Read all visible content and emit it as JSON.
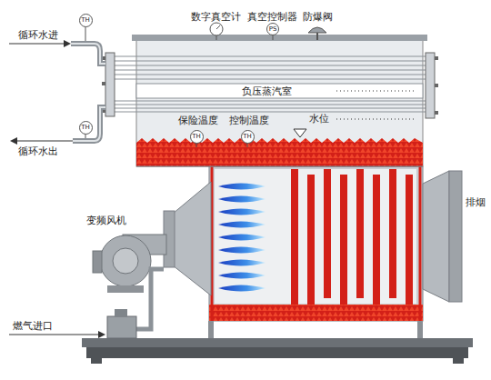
{
  "diagram": {
    "nodes": [
      {
        "text": [
          "TH"
        ]
      },
      {
        "text": [
          "PS"
        ]
      },
      {
        "text": [
          "TH"
        ]
      },
      {
        "text": [
          "TH"
        ]
      },
      {
        "text": [
          "TH"
        ]
      }
    ],
    "labels": [
      "循环水进",
      "数字真空计",
      "真空控制器",
      "防爆阀",
      "负压蒸汽室",
      "保险温度",
      "控制温度",
      "水位",
      "循环水出",
      "变频风机",
      "排烟",
      "燃气进口"
    ]
  }
}
